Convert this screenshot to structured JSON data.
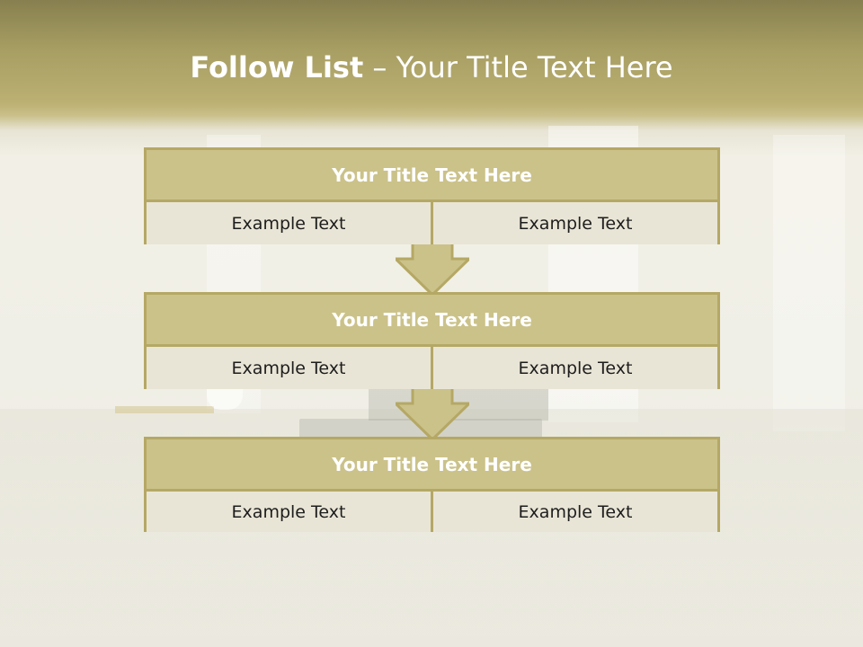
{
  "title": {
    "bold": "Follow List",
    "rest": " – Your Title Text Here"
  },
  "blocks": [
    {
      "header": "Your Title Text Here",
      "left": "Example Text",
      "right": "Example Text"
    },
    {
      "header": "Your Title Text Here",
      "left": "Example Text",
      "right": "Example Text"
    },
    {
      "header": "Your Title Text Here",
      "left": "Example Text",
      "right": "Example Text"
    }
  ],
  "colors": {
    "header_fill": "#cbc28a",
    "cell_fill": "#e9e5d6",
    "border": "#b5a865",
    "arrow_fill": "#cbc28a"
  }
}
